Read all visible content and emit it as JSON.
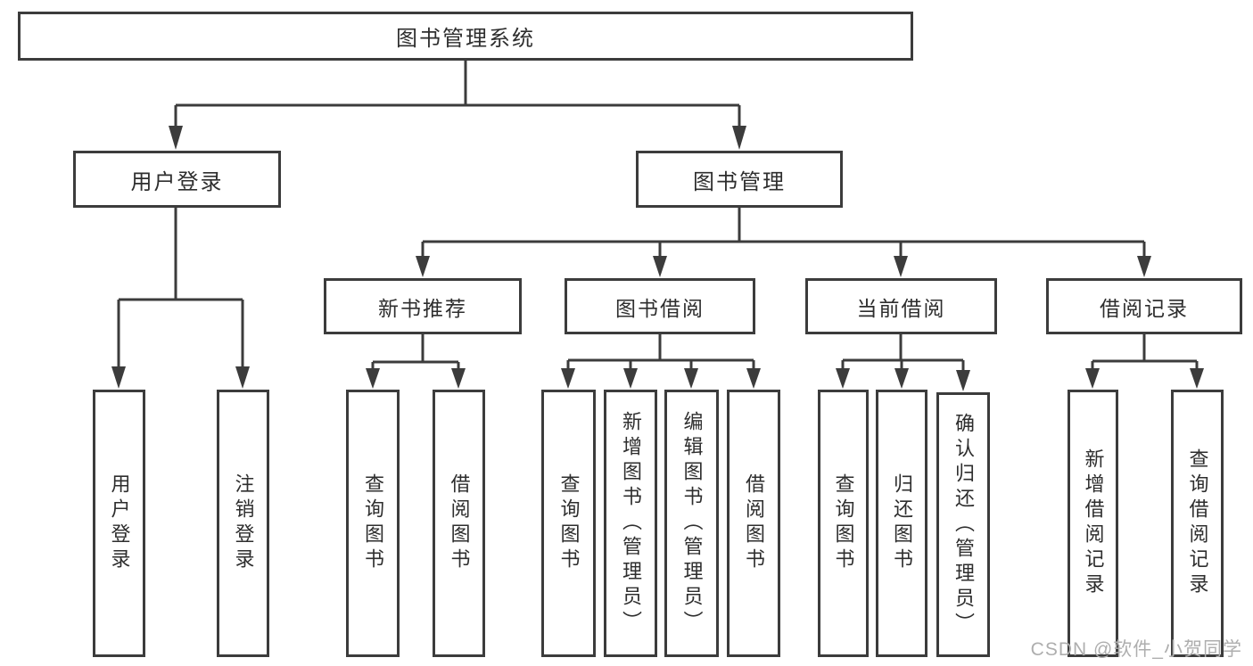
{
  "diagram": {
    "root_label": "图书管理系统",
    "user_login": {
      "label": "用户登录",
      "children": [
        "用户登录",
        "注销登录"
      ]
    },
    "book_management": {
      "label": "图书管理",
      "sections": {
        "new_book_recommend": {
          "label": "新书推荐",
          "children": [
            "查询图书",
            "借阅图书"
          ]
        },
        "book_borrowing": {
          "label": "图书借阅",
          "children": [
            "查询图书",
            "新增图书（管理员）",
            "编辑图书（管理员）",
            "借阅图书"
          ]
        },
        "current_borrowing": {
          "label": "当前借阅",
          "children": [
            "查询图书",
            "归还图书",
            "确认归还（管理员）"
          ]
        },
        "borrowing_records": {
          "label": "借阅记录",
          "children": [
            "新增借阅记录",
            "查询借阅记录"
          ]
        }
      }
    }
  },
  "watermark": {
    "text": "CSDN @软件_小贺同学"
  },
  "colors": {
    "line": "#3c3c3c",
    "text": "#2e2e2e",
    "watermark": "#aeaeae",
    "background": "#ffffff"
  }
}
